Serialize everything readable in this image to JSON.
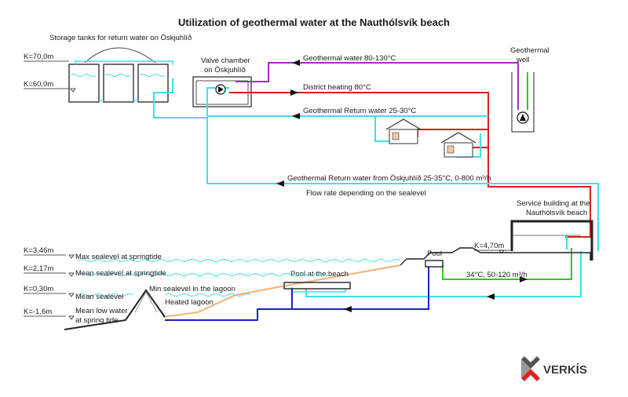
{
  "title": "Utilization of geothermal water at the Nauthólsvík beach",
  "labels": {
    "storage_tanks": "Storage tanks for return water on Öskjuhlíð",
    "valve_chamber_1": "Valve chamber",
    "valve_chamber_2": "on Öskjuhlíð",
    "geothermal_well_1": "Geothermal",
    "geothermal_well_2": "well",
    "geothermal_water": "Geothermal water 80-130°C",
    "district_heating": "District heating 80°C",
    "return_water": "Geothermal Return water 25-30°C",
    "return_from_oskjuhlid": "Geothermal Return water from Öskjuhlíð 25-35°C, 0-800 m³/h",
    "flow_rate": "Flow rate depending on the sealevel",
    "service_building_1": "Service building at the",
    "service_building_2": "Nauthólsvík beach",
    "pool": "Pool",
    "pool_at_beach": "Pool at the beach",
    "pool_flow": "34°C, 50-120 m³/h",
    "min_sealevel_lagoon": "Min sealevel in the lagoon",
    "heated_lagoon": "Heated lagoon"
  },
  "levels": {
    "k70": "K=70,0m",
    "k60": "K=60,0m",
    "k470": "K=4,70m",
    "k346": "K=3,46m",
    "k217": "K=2,17m",
    "k030": "K=0,30m",
    "km16": "K=-1,6m"
  },
  "sealevel_labels": {
    "max": "Max sealevel at springtide",
    "mean_spring": "Mean sealevel at springtide",
    "mean": "Mean sealevel",
    "mean_low_1": "Mean low water",
    "mean_low_2": "at spring tide"
  },
  "logo": "VERKÍS",
  "colors": {
    "hot_water": "#9b2fbf",
    "district_heating": "#e01b1b",
    "return_water": "#3fe0e8",
    "pool_supply": "#2ecc1a",
    "drain": "#1a22b8",
    "sand": "#f2b27a",
    "ground": "#222222"
  },
  "icons": [
    "pump-icon",
    "house-icon",
    "verkis-logo-icon"
  ]
}
